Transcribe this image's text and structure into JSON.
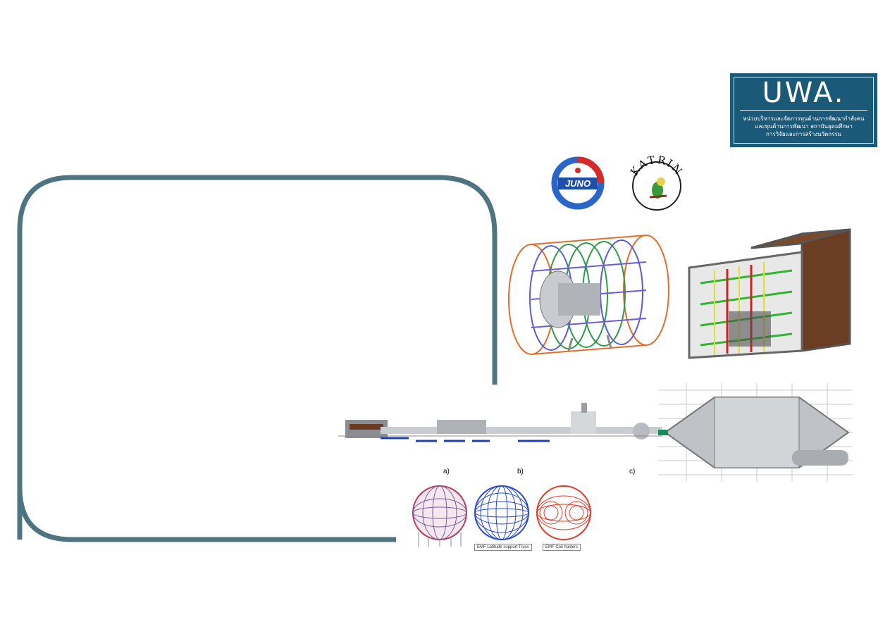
{
  "logo": {
    "title": "UWA.",
    "line1": "หน่วยบริหารและจัดการทุนด้านการพัฒนากำลังคน",
    "line2": "และทุนด้านการพัฒนา สถาบันอุดมศึกษา",
    "line3": "การวิจัยและการสร้างนวัตกรรม"
  },
  "juno": {
    "text": "JUNO"
  },
  "katrin": {
    "text": "KATRIN"
  },
  "beamline": {
    "labels": [
      "a)",
      "b)",
      "c)"
    ]
  },
  "spheres": {
    "caption1": "EMF Latitude support Truss",
    "caption2": "EMF Coil holders"
  },
  "colors": {
    "frame": "#4e7482",
    "logo_bg": "#1a5a78"
  }
}
